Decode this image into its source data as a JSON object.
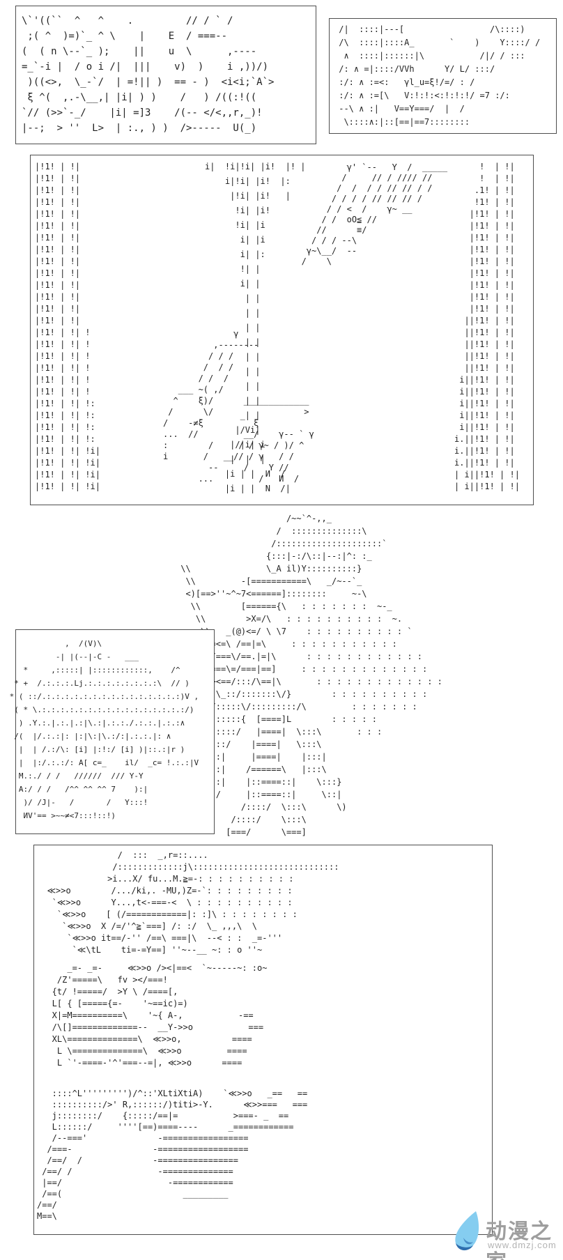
{
  "panels": {
    "box1": {
      "art": "\\`'((``  ^   ^    .         // / ` /\n ;( ^  )=)`_ ^ \\    |    E  / ===--\n(  ( n \\--`_ );    ||    u  \\      ,----\n=_`-i |  / o i /|  |||    v)  )    i ,))/)\n )((<>,  \\_-`/  | =!|| )  == - )  <i<i;`A`>\n ξ ^(  ,.-\\__,| |i| ) )    /   ) /((:!((\n`// (>>`-_/    |i| =]3    /(-- </<,,r,_)!\n|--;  > ''  L>  | :., ) )  />-----  U(_)"
    },
    "box2": {
      "art": " /|  ::::|---[                 /\\::::)\n /\\  ::::|::::A_       `    )    Y::::/ /\n  ∧  ::::|::::::|\\           /|/ / :::\n /: ∧ =|::::/VVh      Y/ L/ :::/\n :/: ∧ :=<:   γl_u=ξ!/=/ : /\n :/: ∧ :=[\\   V:!:!:<:!:!:!/ =7 :/:\n --\\ ∧ :|   V==Y===/  |  /\n  \\::::∧:|::[==|==7::::::::"
    },
    "main_scene": {
      "left_pillars": "|!1! | !|\n|!1! | !|\n|!1! | !|\n|!1! | !|\n|!1! | !|\n|!1! | !|\n|!1! | !|\n|!1! | !|\n|!1! | !|\n|!1! | !|\n|!1! | !|\n|!1! | !|\n|!1! | !|\n|!1! | !|\n|!1! | !| !\n|!1! | !| !\n|!1! | !| !\n|!1! | !| !\n|!1! | !| !\n|!1! | !| !\n|!1! | !| !:\n|!1! | !| !:\n|!1! | !| !:\n|!1! | !| !:\n|!1! | !| !i|\n|!1! | !| !i|\n|!1! | !| !i|\n|!1! | !| !i|",
      "center_pillars": "i|  !i|!i| |i!  |! |\n    i|!i| |i!  |:\n     |!i| |i!   |\n      !i| |i!\n      !i| |i\n       i| |i\n       i| |:\n       !| |\n       i| |\n        | |\n        | |\n        | |\n        | |\n        | |\n        | |\n        | |\n        | |\n       _| |\n      |/Vi|\n     |/|i| i\n     |  |  |\n    |i | |  И  /\n    |i | |  N  /|",
      "right_diagonals": "                γ' `--   Y  /  _____\n               /     // / //// //\n              /  /  / / // // / /\n             / / / / // // // /\n            / / <  /    γ~ __\n           / /  oO≦ //\n          //      ≡/\n         / / / --\\\n        γ~\\__/  --\n       /    \\",
      "center_art": "              γ\n          ,--------\n         / / /\n        /  / /\n       / /  /\n   ___ ~( ,/\n  ^    ξ)/      _____________\n /      \\/                  >\n/    -≠ξ          ξ\n...  //         __/    γ-- ` γ\n:        /     / / γ~ / )/ ^\ni       /   __// / γ   / /\n         --     /    Y //\n       ...         /   И  /",
      "right_pillars": "     !  | !|\n     !  | !|\n    .1! | !|\n    !1! | !|\n   |!1! | !|\n   |!1! | !|\n   |!1! | !|\n   |!1! | !|\n   |!1! | !|\n   |!1! | !|\n   |!1! | !|\n   |!1! | !|\n   |!1! | !|\n  ||!1! | !|\n  ||!1! | !|\n  ||!1! | !|\n  ||!1! | !|\n  ||!1! | !|\n i||!1! | !|\n i||!1! | !|\n i||!1! | !|\n i||!1! | !|\n i||!1! | !|\ni.||!1! | !|\ni.||!1! | !|\ni.||!1! | !|\n| i||!1! | !|\n| i||!1! | !|"
    },
    "mid_character": {
      "art": "                      /~~`^-,,_\n                    /  ::::::::::::::\\\n                   /:::::::::::::::::::::`\n                  {:::|-:/\\::|--:|^: :_\n \\\\               \\_A il)Y::::::::::}\n  \\\\         -[===========\\   _/~--`_\n  <)[==>''~^~7<======]::::::::     ~-\\\n   \\\\        [======{\\   : : : : : : :  ~-_\n    \\\\        >X=/\\   : : : : : : : : : :  ~.\n     \\\\   _(@)<=/ \\ \\7    : : : : : : : : : : `\n      >=<=\\ /==|=\\     : : : : : : : : : : :\n     [=/===\\/==.|=|\\      : : : : : : : : : : : :\n     V/===\\=/===|==]     : : : : : : : : : : : : :\n      [><==/:::/\\==|\\       : : : : : : : : : : : : :\n      \\(\\_::/:::::::\\/}        : : : : : : : : : :\n       /:::::\\/:::::::::/\\         : : : : : : :\n      /::::::{  [====]L        : : : : :\n      |:::::/   |====|  \\:::\\       : : :\n     /::::/    |====|   \\:::\\\n     |:::|     |====|    |:::|\n     /:::|    /======\\   |:::\\\n    {::::|    |::====::|    \\:::}\n    |:::/     |::====::|     \\::|\n    (:/      /::::/  \\:::\\      \\)\n           /::::/    \\:::\\\n          [===/      \\===]"
    },
    "side_box": {
      "art": "             ,  /(V)\\\n           -| |(--|-C -   ___\n    *     ,:::::| |::::::::::::,    /^\n  * +  /.:.:.:.Lj.:.:.:.:.:.:.:.:\\  // )\n * ( ::/.:.:.:.:.:.:.:.:.:.:.:.:.:.:.:)V ,\n  ( * \\.:.:.:.:.:.:.:.:.:.:.:.:.:.:.:.:/)\n   ) .Y.:.|.:.|.:|\\.:|.:.:./.:.:.|.:.:∧\n  /(  |/.:.:|: |:|\\:|\\.:/:|.:.:.|: ∧\n   |  | /.:/\\: [i] |:!:/ [i] )|::.:|r )\n   |  |:/.:.:/: A[ c=_    il/  _c= !.:.:|V\n   M.:./ / /   //////  /// Y-Y\n   A:/ / /   /^^ ^^ ^^ 7    ):|\n    )/ /J|-   /       /   Y:::!\n    ИV'== >~~≠<7:::!::!)"
    },
    "bottom_scene": {
      "top": "                /  :::  _,r=::....\n               /:::::::::::::j\\:::::::::::::::::::::::::::::\n              >i...X/ fu...M.≧=-: : : : : : : : : :\n  ≪>>o        /.../ki,. -MU,)Z=-`: : : : : : : : :\n   `≪>>o      Y...,t<-===-<  \\ : : : : : : : : : :\n    `≪>>o    [ (/============|: :]\\ : : : : : : : :\n     `≪>>o  X /=/'^≧`===] /: :/  \\_ ,,,\\  \\\n      `≪>>o it==/-'' /==\\ ===|\\  --< : :  _=-'''\n       `≪\\tL    ti=-=Y==] ''~--__ ~: : o ''~",
      "middle": "      _=- _=-     ≪>>o /><|==<  `~-----~: :o~\n    /Z'=====\\   fv ></===!\n   {t/ !=====/  >Y \\ /====[,\n   L[ { [====={=-    '~==ic)=)\n   X|=M==========\\    '~{ A-,           -==\n   /\\[]=============--  __Y->>o           ===\n   XL\\==============\\  ≪>>o,          ====\n    L \\==============\\  ≪>>o         ====\n    L `'-====-'^'===--=|, ≪>>o      ====",
      "bottom": "   ::::^L''''''''')/^::'XLtiXtiA)    `≪>>o   _==   ==\n   ::::::::::/>' R,::::::/)titi>-Y.      ≪>>===   ===\n   j::::::::/    {:::::/==|=           >===- _  ==\n   L::::::/     ''''[==)====----      _============\n   /--==='              -=================\n  /===-                -==================\n  /==/  /              -================\n /==/ /                 -==============\n |==/                     -============\n /==(                        _________\n/==/\nM==\\"
    }
  },
  "watermark": {
    "site_name": "动漫之家",
    "site_url": "www.dmzj.com",
    "logo_light": "#85cdf0",
    "logo_dark": "#2f6fae",
    "text_color": "#9e9e9e"
  }
}
